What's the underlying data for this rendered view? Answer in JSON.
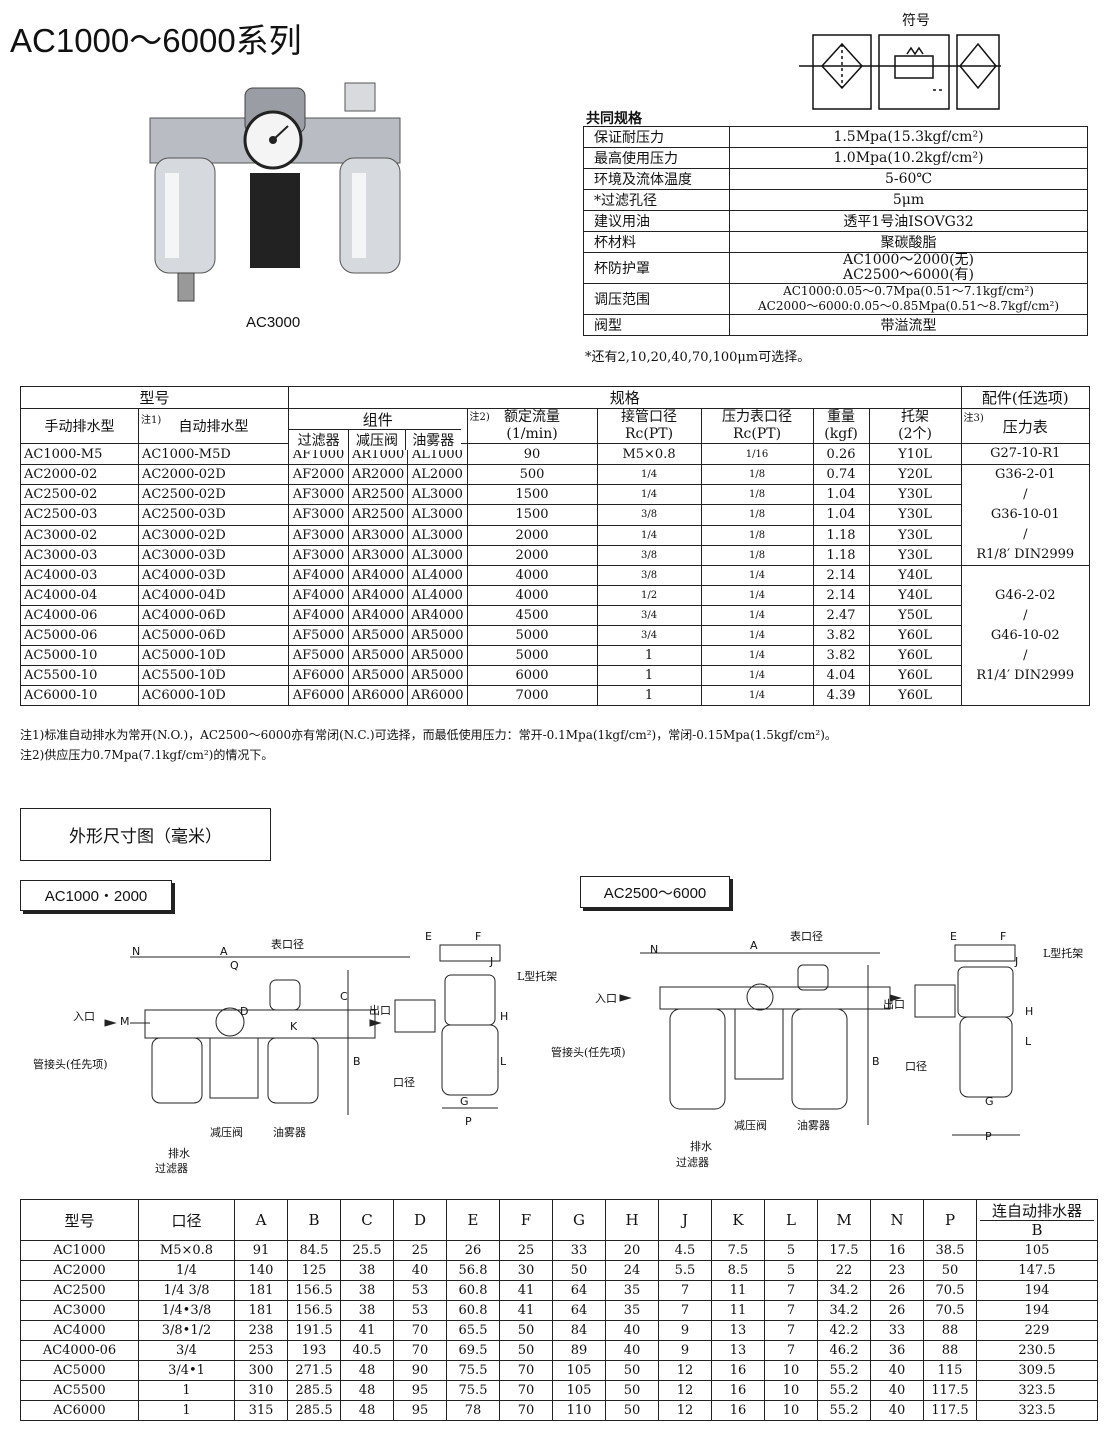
{
  "title": "AC1000～6000系列",
  "photo_caption": "AC3000",
  "symbol_label": "符号",
  "common_spec": {
    "heading": "共同规格",
    "rows": [
      {
        "k": "保证耐压力",
        "v": "1.5Mpa(15.3kgf/cm²)"
      },
      {
        "k": "最高使用压力",
        "v": "1.0Mpa(10.2kgf/cm²)"
      },
      {
        "k": "环境及流体温度",
        "v": "5-60℃"
      },
      {
        "k": "*过滤孔径",
        "v": "5μm"
      },
      {
        "k": "建议用油",
        "v": "透平1号油ISOVG32"
      },
      {
        "k": "杯材料",
        "v": "聚碳酸脂"
      }
    ],
    "cup_guard": {
      "k": "杯防护罩",
      "v1": "AC1000～2000(无)",
      "v2": "AC2500～6000(有)"
    },
    "pressure_range": {
      "k": "调压范围",
      "v1": "AC1000:0.05～0.7Mpa(0.51～7.1kgf/cm²)",
      "v2": "AC2000～6000:0.05～0.85Mpa(0.51～8.7kgf/cm²)"
    },
    "valve": {
      "k": "阀型",
      "v": "带溢流型"
    },
    "footnote": "*还有2,10,20,40,70,100μm可选择。"
  },
  "main_table": {
    "h_model": "型号",
    "h_spec": "规格",
    "h_acc": "配件(任选项)",
    "h_component": "组件",
    "h_note2": "注2)",
    "h_flow": "额定流量",
    "h_flow_unit": "(1/min)",
    "h_port": "接管口径",
    "h_port_unit": "Rc(PT)",
    "h_gauge_port": "压力表口径",
    "h_gauge_port_unit": "Rc(PT)",
    "h_weight": "重量",
    "h_weight_unit": "(kgf)",
    "h_bracket": "托架",
    "h_bracket_unit": "(2个)",
    "h_note3": "注3)",
    "h_gauge": "压力表",
    "h_manual": "手动排水型",
    "h_note1": "注1)",
    "h_auto": "自动排水型",
    "h_filter": "过滤器",
    "h_reg": "减压阀",
    "h_lub": "油雾器",
    "rows": [
      [
        "AC1000-M5",
        "AC1000-M5D",
        "AF1000",
        "AR1000",
        "AL1000",
        "90",
        "M5×0.8",
        "1/16",
        "0.26",
        "Y10L"
      ],
      [
        "AC2000-02",
        "AC2000-02D",
        "AF2000",
        "AR2000",
        "AL2000",
        "500",
        "1/4",
        "1/8",
        "0.74",
        "Y20L"
      ],
      [
        "AC2500-02",
        "AC2500-02D",
        "AF3000",
        "AR2500",
        "AL3000",
        "1500",
        "1/4",
        "1/8",
        "1.04",
        "Y30L"
      ],
      [
        "AC2500-03",
        "AC2500-03D",
        "AF3000",
        "AR2500",
        "AL3000",
        "1500",
        "3/8",
        "1/8",
        "1.04",
        "Y30L"
      ],
      [
        "AC3000-02",
        "AC3000-02D",
        "AF3000",
        "AR3000",
        "AL3000",
        "2000",
        "1/4",
        "1/8",
        "1.18",
        "Y30L"
      ],
      [
        "AC3000-03",
        "AC3000-03D",
        "AF3000",
        "AR3000",
        "AL3000",
        "2000",
        "3/8",
        "1/8",
        "1.18",
        "Y30L"
      ],
      [
        "AC4000-03",
        "AC4000-03D",
        "AF4000",
        "AR4000",
        "AL4000",
        "4000",
        "3/8",
        "1/4",
        "2.14",
        "Y40L"
      ],
      [
        "AC4000-04",
        "AC4000-04D",
        "AF4000",
        "AR4000",
        "AL4000",
        "4000",
        "1/2",
        "1/4",
        "2.14",
        "Y40L"
      ],
      [
        "AC4000-06",
        "AC4000-06D",
        "AF4000",
        "AR4000",
        "AR4000",
        "4500",
        "3/4",
        "1/4",
        "2.47",
        "Y50L"
      ],
      [
        "AC5000-06",
        "AC5000-06D",
        "AF5000",
        "AR5000",
        "AR5000",
        "5000",
        "3/4",
        "1/4",
        "3.82",
        "Y60L"
      ],
      [
        "AC5000-10",
        "AC5000-10D",
        "AF5000",
        "AR5000",
        "AR5000",
        "5000",
        "1",
        "1/4",
        "3.82",
        "Y60L"
      ],
      [
        "AC5500-10",
        "AC5500-10D",
        "AF6000",
        "AR5000",
        "AR5000",
        "6000",
        "1",
        "1/4",
        "4.04",
        "Y60L"
      ],
      [
        "AC6000-10",
        "AC6000-10D",
        "AF6000",
        "AR6000",
        "AR6000",
        "7000",
        "1",
        "1/4",
        "4.39",
        "Y60L"
      ]
    ],
    "gauge_groups": [
      {
        "lines": [
          "G27-10-R1"
        ]
      },
      {
        "lines": [
          "G36-2-01",
          "/",
          "G36-10-01",
          "/",
          "R1/8′ DIN2999"
        ]
      },
      {
        "lines": [
          "G46-2-02",
          "/",
          "G46-10-02",
          "/",
          "R1/4′ DIN2999"
        ]
      }
    ]
  },
  "notes": [
    "注1)标准自动排水为常开(N.O.)，AC2500～6000亦有常闭(N.C.)可选择，而最低使用压力：常开-0.1Mpa(1kgf/cm²)，常闭-0.15Mpa(1.5kgf/cm²)。",
    "注2)供应压力0.7Mpa(7.1kgf/cm²)的情况下。"
  ],
  "section_title": "外形尺寸图（毫米）",
  "diagram_small": {
    "tag": "AC1000・2000",
    "gauge_port": "表口径",
    "inlet": "入口",
    "outlet": "出口",
    "fitting": "管接头(任先项)",
    "drain1": "排水",
    "drain2": "过滤器",
    "reg": "减压阀",
    "lub": "油雾器",
    "bracket": "L型托架",
    "port": "口径",
    "letters": [
      "N",
      "A",
      "Q",
      "C",
      "B",
      "M",
      "D",
      "K",
      "E",
      "F",
      "J",
      "H",
      "L",
      "G",
      "P"
    ]
  },
  "diagram_large": {
    "tag": "AC2500～6000",
    "gauge_port": "表口径",
    "inlet": "入口",
    "outlet": "出口",
    "fitting": "管接头(任先项)",
    "drain1": "排水",
    "drain2": "过滤器",
    "reg": "减压阀",
    "lub": "油雾器",
    "bracket": "L型托架",
    "port": "口径",
    "letters": [
      "N",
      "A",
      "B",
      "E",
      "F",
      "J",
      "H",
      "L",
      "G",
      "P"
    ]
  },
  "dim_table": {
    "headers": [
      "型号",
      "口径",
      "A",
      "B",
      "C",
      "D",
      "E",
      "F",
      "G",
      "H",
      "J",
      "K",
      "L",
      "M",
      "N",
      "P"
    ],
    "auto_head": "连自动排水器",
    "auto_sub": "B",
    "rows": [
      [
        "AC1000",
        "M5×0.8",
        "91",
        "84.5",
        "25.5",
        "25",
        "26",
        "25",
        "33",
        "20",
        "4.5",
        "7.5",
        "5",
        "17.5",
        "16",
        "38.5",
        "105"
      ],
      [
        "AC2000",
        "1/4",
        "140",
        "125",
        "38",
        "40",
        "56.8",
        "30",
        "50",
        "24",
        "5.5",
        "8.5",
        "5",
        "22",
        "23",
        "50",
        "147.5"
      ],
      [
        "AC2500",
        "1/4 3/8",
        "181",
        "156.5",
        "38",
        "53",
        "60.8",
        "41",
        "64",
        "35",
        "7",
        "11",
        "7",
        "34.2",
        "26",
        "70.5",
        "194"
      ],
      [
        "AC3000",
        "1/4•3/8",
        "181",
        "156.5",
        "38",
        "53",
        "60.8",
        "41",
        "64",
        "35",
        "7",
        "11",
        "7",
        "34.2",
        "26",
        "70.5",
        "194"
      ],
      [
        "AC4000",
        "3/8•1/2",
        "238",
        "191.5",
        "41",
        "70",
        "65.5",
        "50",
        "84",
        "40",
        "9",
        "13",
        "7",
        "42.2",
        "33",
        "88",
        "229"
      ],
      [
        "AC4000-06",
        "3/4",
        "253",
        "193",
        "40.5",
        "70",
        "69.5",
        "50",
        "89",
        "40",
        "9",
        "13",
        "7",
        "46.2",
        "36",
        "88",
        "230.5"
      ],
      [
        "AC5000",
        "3/4•1",
        "300",
        "271.5",
        "48",
        "90",
        "75.5",
        "70",
        "105",
        "50",
        "12",
        "16",
        "10",
        "55.2",
        "40",
        "115",
        "309.5"
      ],
      [
        "AC5500",
        "1",
        "310",
        "285.5",
        "48",
        "95",
        "75.5",
        "70",
        "105",
        "50",
        "12",
        "16",
        "10",
        "55.2",
        "40",
        "117.5",
        "323.5"
      ],
      [
        "AC6000",
        "1",
        "315",
        "285.5",
        "48",
        "95",
        "78",
        "70",
        "110",
        "50",
        "12",
        "16",
        "10",
        "55.2",
        "40",
        "117.5",
        "323.5"
      ]
    ]
  }
}
